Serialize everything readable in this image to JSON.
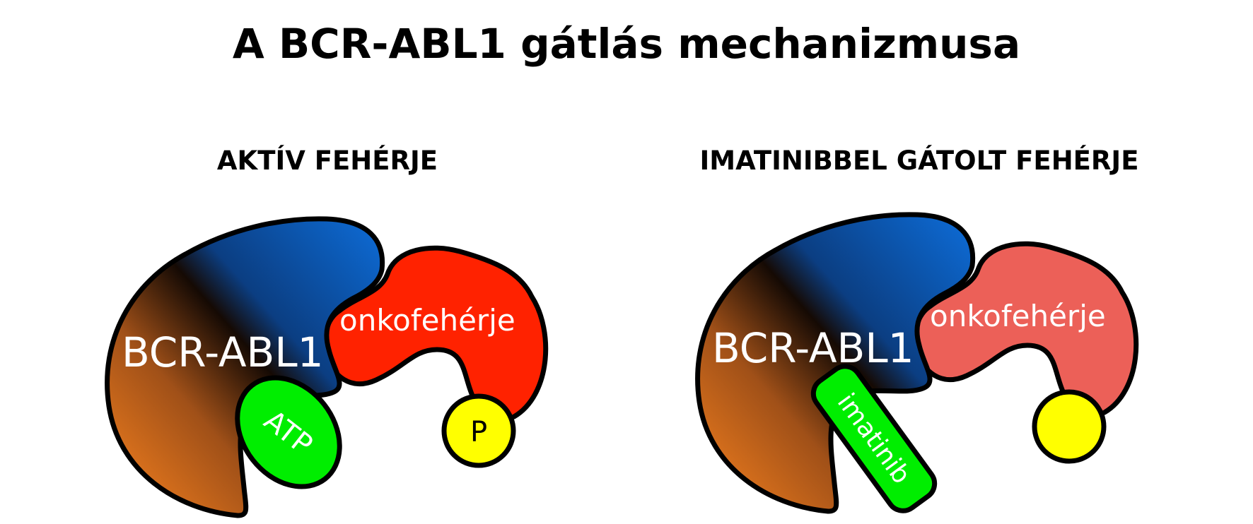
{
  "title": "A BCR-ABL1 gátlás mechanizmusa",
  "panels": {
    "left": {
      "heading": "AKTÍV FEHÉRJE",
      "protein_label": "BCR-ABL1",
      "substrate_label": "onkofehérje",
      "atp_label": "ATP",
      "phosphate_label": "P"
    },
    "right": {
      "heading": "IMATINIBBEL GÁTOLT FEHÉRJE",
      "protein_label": "BCR-ABL1",
      "substrate_label": "onkofehérje",
      "inhibitor_label": "imatinib"
    }
  },
  "colors": {
    "protein_brown": "#c0601a",
    "protein_dark": "#1a1008",
    "protein_blue": "#0a4a9a",
    "protein_blue_light": "#0e62c8",
    "substrate_active": "#ff2200",
    "substrate_inhibited": "#ec6058",
    "atp_green": "#00ee00",
    "phosphate_yellow": "#ffff00",
    "outline": "#000000"
  }
}
